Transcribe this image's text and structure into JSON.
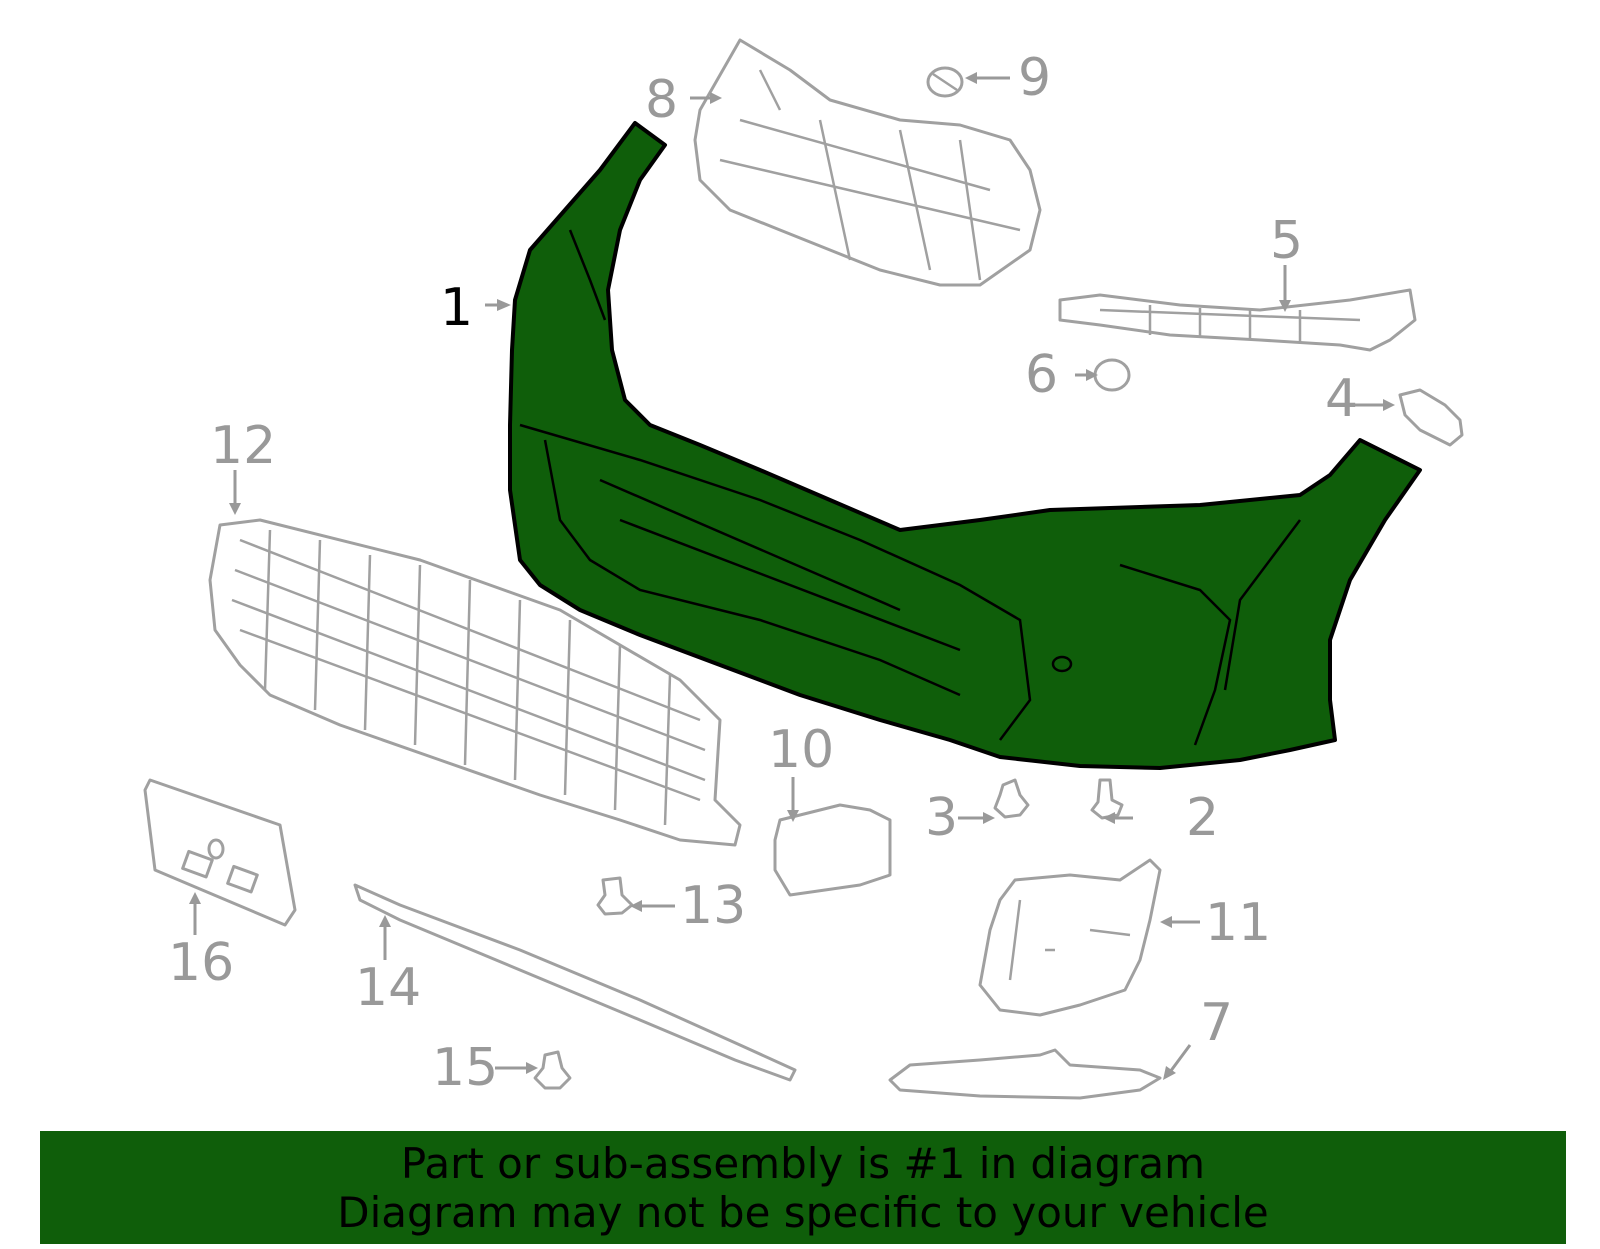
{
  "colors": {
    "highlight": "#0f5e0a",
    "inactive_parts": "#a0a0a0",
    "callout_text": "#999999",
    "active_callout": "#000000"
  },
  "callouts": {
    "c1": "1",
    "c2": "2",
    "c3": "3",
    "c4": "4",
    "c5": "5",
    "c6": "6",
    "c7": "7",
    "c8": "8",
    "c9": "9",
    "c10": "10",
    "c11": "11",
    "c12": "12",
    "c13": "13",
    "c14": "14",
    "c15": "15",
    "c16": "16"
  },
  "footer": {
    "line1": "Part or sub-assembly is #1 in diagram",
    "line2": "Diagram may not be specific to your vehicle"
  }
}
